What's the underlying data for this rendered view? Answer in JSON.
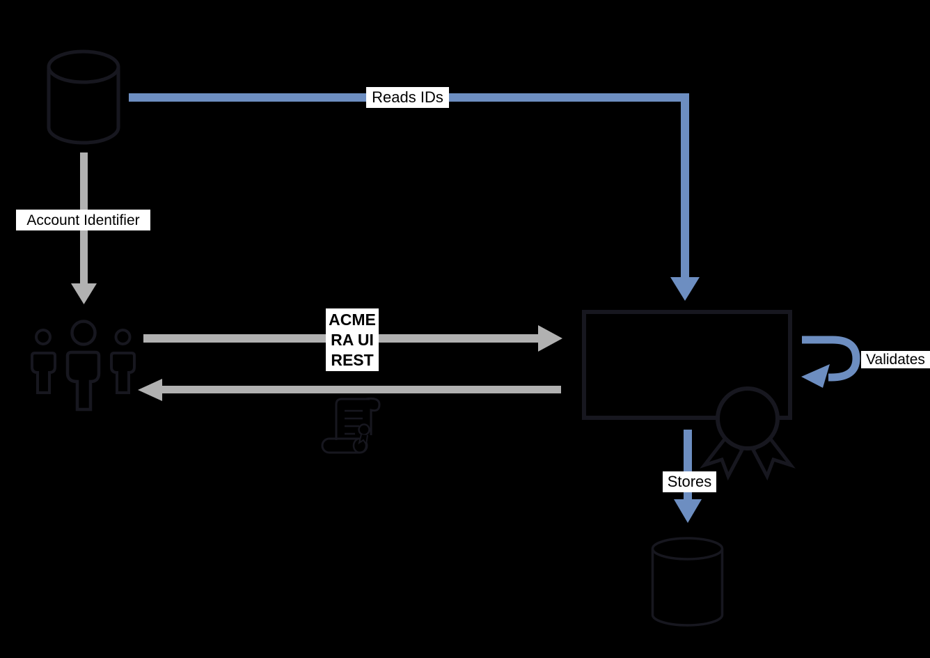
{
  "diagram": {
    "type": "flow-diagram",
    "labels": {
      "reads_ids": "Reads IDs",
      "account_identifier": "Account Identifier",
      "acme": {
        "line1": "ACME",
        "line2": "RA UI",
        "line3": "REST"
      },
      "validates": "Validates",
      "stores": "Stores"
    },
    "colors": {
      "background": "#000000",
      "arrow_blue": "#6D8EC1",
      "arrow_gray": "#B1B1B1",
      "shape_stroke": "#17171F",
      "label_background": "#FFFFFF",
      "label_text": "#000000"
    },
    "nodes": [
      {
        "id": "source-database",
        "icon": "database-icon"
      },
      {
        "id": "users",
        "icon": "users-icon"
      },
      {
        "id": "service-box",
        "icon": "rectangle-box"
      },
      {
        "id": "award-ribbon",
        "icon": "award-ribbon-icon"
      },
      {
        "id": "certificate-scroll",
        "icon": "certificate-scroll-icon"
      },
      {
        "id": "target-database",
        "icon": "database-icon"
      }
    ],
    "edges": [
      {
        "from": "source-database",
        "to": "service-box",
        "label": "Reads IDs",
        "color": "blue"
      },
      {
        "from": "source-database",
        "to": "users",
        "label": "Account Identifier",
        "color": "gray"
      },
      {
        "from": "users",
        "to": "service-box",
        "label": "ACME RA UI REST",
        "color": "gray"
      },
      {
        "from": "service-box",
        "to": "users",
        "label": "",
        "color": "gray"
      },
      {
        "from": "service-box",
        "to": "service-box",
        "label": "Validates",
        "color": "blue"
      },
      {
        "from": "service-box",
        "to": "target-database",
        "label": "Stores",
        "color": "blue"
      }
    ]
  }
}
